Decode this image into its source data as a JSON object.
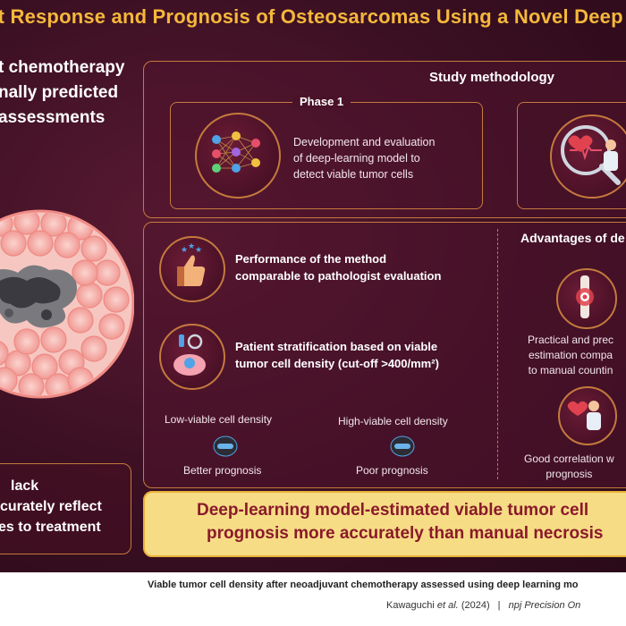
{
  "header": {
    "title": "nt Response and Prognosis of Osteosarcomas Using a Novel Deep"
  },
  "left_heading": {
    "lines": [
      "t chemotherapy",
      "nally predicted",
      "assessments"
    ]
  },
  "methodology": {
    "title": "Study methodology",
    "phase_label": "Phase 1",
    "phase_text": [
      "Development and evaluation",
      "of deep-learning model to",
      "detect viable tumor cells"
    ]
  },
  "results": {
    "item1": [
      "Performance of the method",
      "comparable to pathologist evaluation"
    ],
    "item2": [
      "Patient stratification based on viable",
      "tumor cell density (cut-off >400/mm²)"
    ],
    "low_label": "Low-viable cell density",
    "high_label": "High-viable cell density",
    "low_outcome": "Better prognosis",
    "high_outcome": "Poor prognosis"
  },
  "advantages": {
    "title": "Advantages of de",
    "item1": [
      "Practical and prec",
      "estimation compa",
      "to manual countin"
    ],
    "item2": [
      "Good correlation w",
      "prognosis"
    ]
  },
  "left_box": {
    "lines": [
      "lack",
      "curately reflect",
      "es to treatment"
    ]
  },
  "conclusion": {
    "lines": [
      "Deep-learning model-estimated viable tumor cell",
      "prognosis more accurately than manual necrosis"
    ]
  },
  "caption": "Viable tumor cell density after neoadjuvant chemotherapy assessed using deep learning mo",
  "citation": {
    "author": "Kawaguchi",
    "etal": "et al.",
    "year": "(2024)",
    "sep": "|",
    "journal": "npj Precision On"
  },
  "colors": {
    "background": "#3a0f22",
    "accent": "#f5b83b",
    "border": "#c47a3e",
    "conclusion_bg": "#f7dc86",
    "conclusion_text": "#8a1a2a"
  },
  "icons": [
    "neural-network-icon",
    "doctor-magnifier-icon",
    "thumbs-up-stars-icon",
    "microscope-cell-icon",
    "cell-pill-icon",
    "bone-tumor-icon",
    "doctor-heart-icon",
    "tissue-slide-illustration"
  ]
}
